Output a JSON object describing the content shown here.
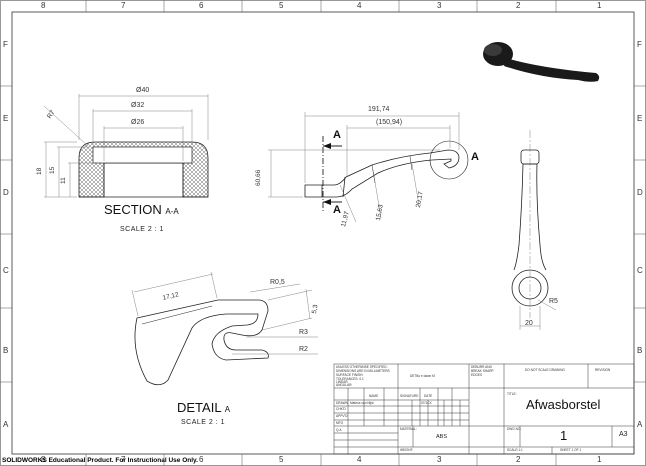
{
  "zones": {
    "top": [
      "8",
      "7",
      "6",
      "5",
      "4",
      "3",
      "2",
      "1"
    ],
    "bottom": [
      "8",
      "7",
      "6",
      "5",
      "4",
      "3",
      "2",
      "1"
    ],
    "left": [
      "F",
      "E",
      "D",
      "C",
      "B",
      "A"
    ],
    "right": [
      "F",
      "E",
      "D",
      "C",
      "B",
      "A"
    ]
  },
  "section_view": {
    "title": "SECTION",
    "suffix": "A-A",
    "scale": "SCALE 2 : 1",
    "dims": {
      "d40": "Ø40",
      "d32": "Ø32",
      "d26": "Ø26",
      "r7": "R7",
      "h18": "18",
      "h15": "15",
      "h11": "11"
    }
  },
  "front_view": {
    "dims": {
      "l191": "191,74",
      "l150": "(150,94)",
      "h60": "60,66",
      "t11": "11,97",
      "t15": "15,63",
      "t20": "20,17"
    },
    "cut_letter": "A",
    "detail_letter": "A"
  },
  "side_view": {
    "dims": {
      "r5": "R5",
      "w20": "20"
    }
  },
  "detail_view": {
    "title": "DETAIL",
    "suffix": "A",
    "scale": "SCALE 2 : 1",
    "dims": {
      "a17": "17,12",
      "r05": "R0,5",
      "w53": "5,3",
      "r3": "R3",
      "r2": "R2"
    }
  },
  "title_block": {
    "notes": [
      "UNLESS OTHERWISE SPECIFIED:",
      "DIMENSIONS ARE IN MILLIMETERS",
      "SURFACE FINISH:",
      "TOLERANCES: 0,1",
      "LINEAR:",
      "ANGULAR:"
    ],
    "finish": "DE7Bo e dawn M",
    "deburr": [
      "DEBURR AND",
      "BREAK SHARP",
      "EDGES"
    ],
    "no_scale": "DO NOT SCALE DRAWING",
    "revision": "REVISION",
    "col_name": "NAME",
    "col_signature": "SIGNATURE",
    "col_date": "DATE",
    "rows": [
      "DRAWN",
      "CHK'D",
      "APPV'D",
      "MFG",
      "Q.A"
    ],
    "drawn_name": "Mateus van Nijst",
    "drawn_date": "07/1CX",
    "title_label": "TITLE:",
    "title": "Afwasborstel",
    "material_label": "MATERIAL:",
    "material": "ABS",
    "dwg_label": "DWG NO.",
    "dwg_no": "1",
    "size": "A3",
    "weight_label": "WEIGHT:",
    "scale_label": "SCALE:1:1",
    "sheet_label": "SHEET 1 OF 1"
  },
  "watermark": "SOLIDWORKS Educational Product. For Instructional Use Only."
}
